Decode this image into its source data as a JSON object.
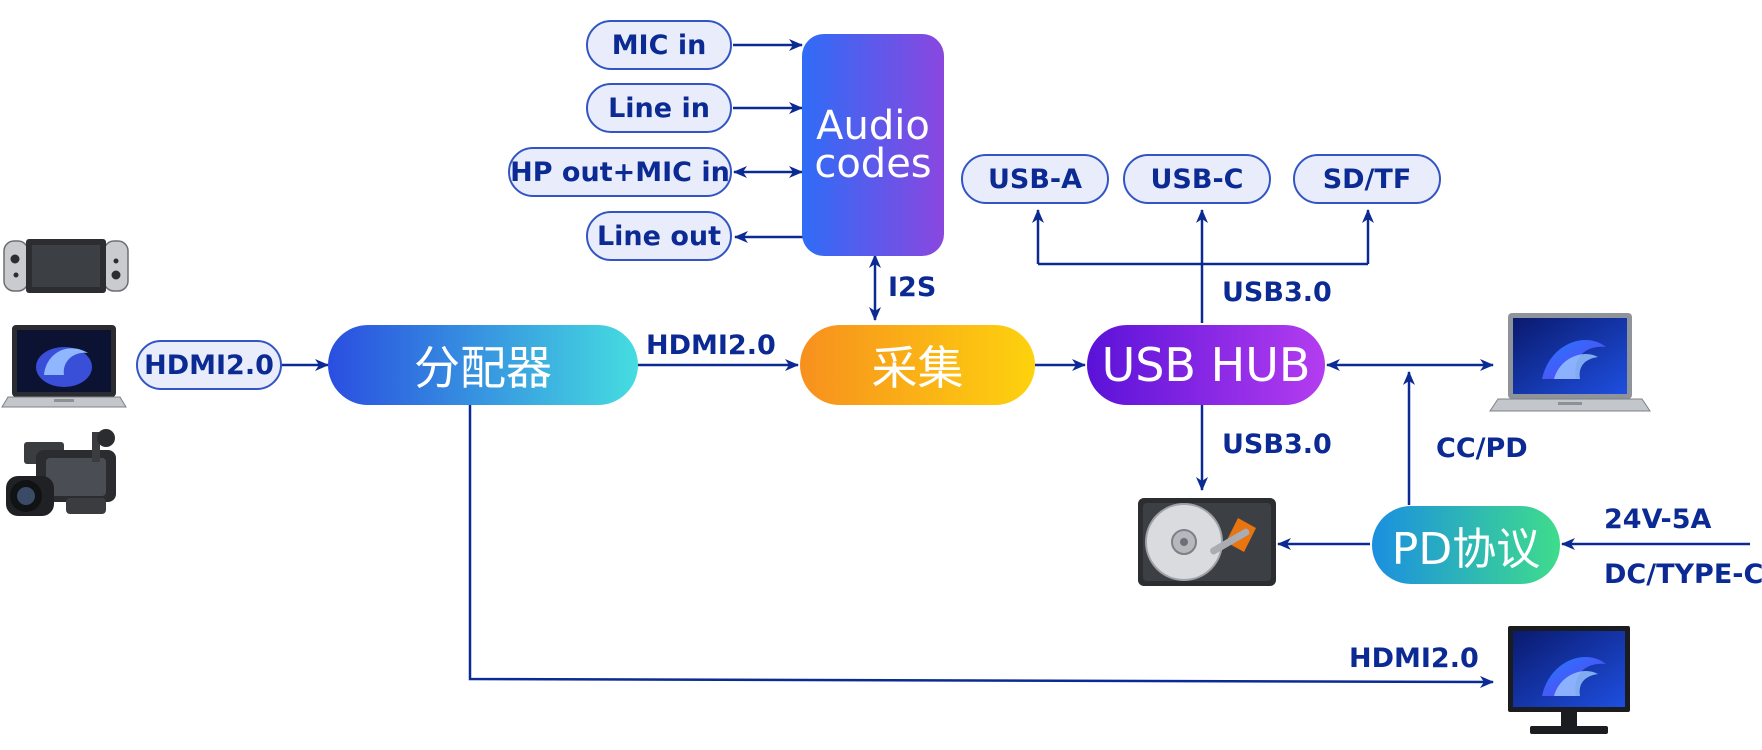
{
  "inputs": {
    "mic_in": "MIC in",
    "line_in": "Line in",
    "hp_out_mic_in": "HP out+MIC in",
    "line_out": "Line out",
    "hdmi_in": "HDMI2.0"
  },
  "ports": {
    "usb_a": "USB-A",
    "usb_c": "USB-C",
    "sd_tf": "SD/TF"
  },
  "blocks": {
    "audio_codec_line1": "Audio",
    "audio_codec_line2": "codes",
    "splitter": "分配器",
    "capture": "采集",
    "usb_hub": "USB HUB",
    "pd": "PD协议"
  },
  "labels": {
    "i2s": "I2S",
    "hdmi_mid": "HDMI2.0",
    "usb3_top": "USB3.0",
    "usb3_bottom": "USB3.0",
    "cc_pd": "CC/PD",
    "power_spec": "24V-5A",
    "power_conn": "DC/TYPE-C",
    "hdmi_out": "HDMI2.0"
  },
  "colors": {
    "line": "#0b2a93",
    "audio_grad": [
      "#2f6cf6",
      "#8a47e0"
    ],
    "splitter_grad": [
      "#2a4ee0",
      "#45dde0"
    ],
    "capture_grad": [
      "#f7901e",
      "#fdd20e"
    ],
    "usb_hub_grad": [
      "#5a12d8",
      "#b43df0"
    ],
    "pd_grad": [
      "#1b8fe0",
      "#3fdc8c"
    ]
  }
}
